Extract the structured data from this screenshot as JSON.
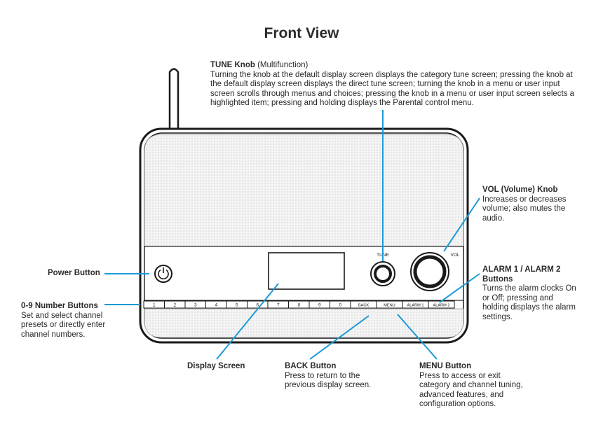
{
  "title": "Front View",
  "colors": {
    "leader": "#1b9ad6",
    "outline": "#1a1a1a",
    "grille": "#e4e4e4",
    "panel": "#f2f2f2",
    "text": "#2a2a2a"
  },
  "device": {
    "tune_label": "TUNE",
    "vol_label": "VOL",
    "power_icon": "power-icon",
    "buttons": [
      "1",
      "2",
      "3",
      "4",
      "5",
      "6",
      "7",
      "8",
      "9",
      "0",
      "BACK",
      "MENU",
      "ALARM 1",
      "ALARM 2"
    ]
  },
  "callouts": {
    "tune": {
      "heading": "TUNE Knob",
      "subheading": "(Multifunction)",
      "body": "Turning the knob at the default display screen displays the category tune screen; pressing the knob at the default display screen displays the direct tune screen; turning the knob in a menu or user input screen scrolls through menus and choices; pressing the knob in a menu or user input screen selects a highlighted item; pressing and holding displays the Parental control menu."
    },
    "vol": {
      "heading": "VOL (Volume) Knob",
      "body": "Increases or decreases volume; also mutes the audio."
    },
    "alarm": {
      "heading": "ALARM 1 / ALARM 2 Buttons",
      "body": "Turns the alarm clocks On or Off; pressing and holding displays the alarm settings."
    },
    "power": {
      "heading": "Power Button"
    },
    "number": {
      "heading": "0-9 Number Buttons",
      "body": "Set and select channel presets or directly enter channel numbers."
    },
    "display": {
      "heading": "Display Screen"
    },
    "back": {
      "heading": "BACK Button",
      "body": "Press to return to the previous display screen."
    },
    "menu": {
      "heading": "MENU Button",
      "body": "Press to access or exit category and channel tuning, advanced features, and configuration options."
    }
  }
}
